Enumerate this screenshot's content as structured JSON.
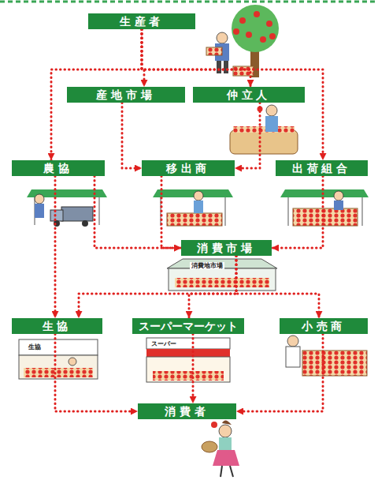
{
  "diagram": {
    "nodes": [
      {
        "text": [
          "生産者"
        ]
      },
      {
        "text": [
          "産地市場"
        ]
      },
      {
        "text": [
          "仲立人"
        ]
      },
      {
        "text": [
          "農協"
        ]
      },
      {
        "text": [
          "移出商"
        ]
      },
      {
        "text": [
          "出荷組合"
        ]
      },
      {
        "text": [
          "消費市場"
        ]
      },
      {
        "text": [
          "生協"
        ]
      },
      {
        "text": [
          "スーパーマーケット"
        ]
      },
      {
        "text": [
          "小売商"
        ]
      },
      {
        "text": [
          "消費者"
        ]
      }
    ],
    "edges": [
      {
        "from": 0,
        "to": 1,
        "arrow": "to"
      },
      {
        "from": 0,
        "to": 2,
        "arrow": "to"
      },
      {
        "from": 0,
        "to": 3,
        "arrow": "to"
      },
      {
        "from": 0,
        "to": 5,
        "arrow": "to"
      },
      {
        "from": 1,
        "to": 4,
        "arrow": "to"
      },
      {
        "from": 2,
        "to": 4,
        "arrow": "to"
      },
      {
        "from": 3,
        "to": 6,
        "arrow": "to"
      },
      {
        "from": 4,
        "to": 6,
        "arrow": "to"
      },
      {
        "from": 5,
        "to": 6,
        "arrow": "to"
      },
      {
        "from": 3,
        "to": 7,
        "arrow": "to"
      },
      {
        "from": 6,
        "to": 7,
        "arrow": "to"
      },
      {
        "from": 6,
        "to": 8,
        "arrow": "to"
      },
      {
        "from": 6,
        "to": 9,
        "arrow": "to"
      },
      {
        "from": 7,
        "to": 10,
        "arrow": "to"
      },
      {
        "from": 8,
        "to": 10,
        "arrow": "to"
      },
      {
        "from": 9,
        "to": 10,
        "arrow": "to"
      }
    ],
    "labels": [
      "消費地市場",
      "生協",
      "スーパー"
    ]
  }
}
